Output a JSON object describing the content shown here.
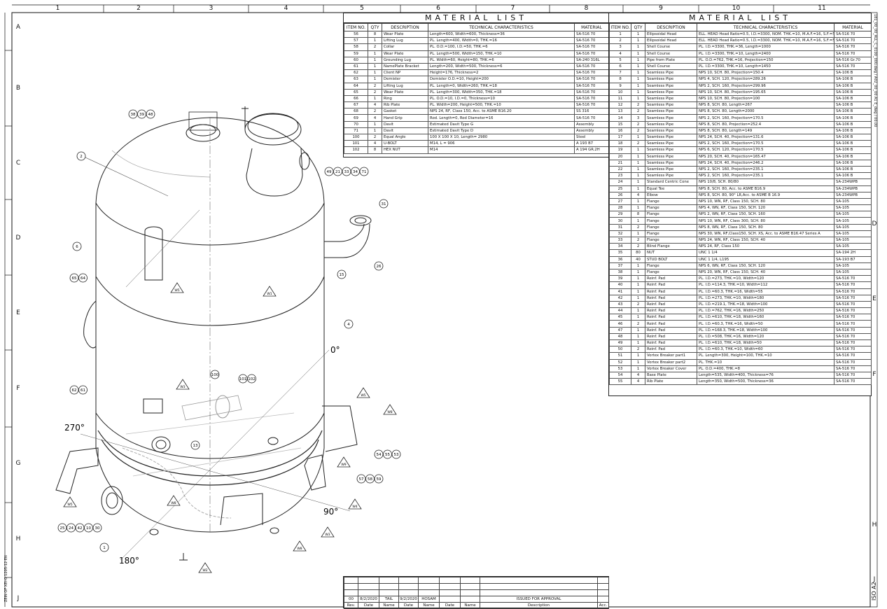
{
  "sheet": {
    "zone_columns": [
      "1",
      "2",
      "3",
      "4",
      "5",
      "6",
      "7",
      "8",
      "9",
      "10",
      "11"
    ],
    "zone_rows": [
      "A",
      "B",
      "C",
      "D",
      "E",
      "F",
      "G",
      "H",
      "J"
    ],
    "zone_rows_right": [
      "D",
      "E",
      "F",
      "H",
      "J"
    ],
    "paper_size": "ISO A2",
    "left_margin_note": "ZEIN OF XEI-G 1205-12 EN",
    "right_margin_note": "181_00_00_ALL_C_0100_000.dwg / A02_00_00 A1 E_dwg / 00.00"
  },
  "material_list_left": {
    "title": "MATERIAL LIST",
    "headers": [
      "ITEM NO.",
      "QTY",
      "DESCRIPTION",
      "TECHNICAL CHARACTERISTICS",
      "MATERIAL"
    ],
    "rows": [
      [
        "56",
        "8",
        "Wear Plate",
        "Length=600, Width=600, Thickness=36",
        "SA-516 70"
      ],
      [
        "57",
        "1",
        "Lifting Lug",
        "PL. Length=400, Width=0, THK.=16",
        "SA-516 70"
      ],
      [
        "58",
        "2",
        "Collar",
        "PL. O.D.=100, I.D.=50, THK.=6",
        "SA-516 70"
      ],
      [
        "59",
        "1",
        "Wear Plate",
        "PL. Length=500, Width=150, THK.=10",
        "SA-516 70"
      ],
      [
        "60",
        "1",
        "Grounding Lug",
        "PL. Width=60, Height=80, THK.=6",
        "SA-240 316L"
      ],
      [
        "61",
        "1",
        "NamePlate Bracket",
        "Length=200, Width=500, Thickness=6",
        "SA-516 70"
      ],
      [
        "62",
        "1",
        "Client NP",
        "Height=176, Thickness=2",
        "SA-516 70"
      ],
      [
        "63",
        "1",
        "Demister",
        "Demister O.D.=10, Height=200",
        "SA-516 70"
      ],
      [
        "64",
        "2",
        "Lifting Lug",
        "PL. Length=0, Width=260, THK.=18",
        "SA-516 70"
      ],
      [
        "65",
        "2",
        "Wear Plate",
        "PL. Length=300, Width=350, THK.=18",
        "SA-516 70"
      ],
      [
        "66",
        "1",
        "Ring",
        "PL. O.D.=10, I.D.=0, Thickness=10",
        "SA-516 70"
      ],
      [
        "67",
        "4",
        "Rib Plate",
        "PL. Width=200, Height=500, THK.=10",
        "SA-516 70"
      ],
      [
        "68",
        "2",
        "Gasket",
        "NPS 24, RF, Class 150, Acc. to ASME B16.20",
        "SS 316"
      ],
      [
        "69",
        "4",
        "Hand Grip",
        "Rod. Length=0, Rod Diameter=16",
        "SA-516 70"
      ],
      [
        "70",
        "1",
        "Davit",
        "Estimated Davit Type G",
        "Assembly"
      ],
      [
        "71",
        "1",
        "Davit",
        "Estimated Davit Type D",
        "Assembly"
      ],
      [
        "100",
        "2",
        "Equal Angle",
        "100 X 100 X 10, Length= 2980",
        "Steel"
      ],
      [
        "101",
        "4",
        "U-BOLT",
        "M14, L = 906",
        "A 193 B7"
      ],
      [
        "102",
        "8",
        "HEX NUT",
        "M14",
        "A 194 GR.2H"
      ]
    ]
  },
  "material_list_right": {
    "title": "MATERIAL LIST",
    "headers": [
      "ITEM NO.",
      "QTY",
      "DESCRIPTION",
      "TECHNICAL CHARACTERISTICS",
      "MATERIAL"
    ],
    "rows": [
      [
        "1",
        "1",
        "Ellipsoidal Head",
        "ELL. HEAD Head Ratio=0.5, I.D.=3300, NOM. THK.=10, M.A.F.=16, S.F.=50",
        "SA-516 70"
      ],
      [
        "2",
        "1",
        "Ellipsoidal Head",
        "ELL. HEAD Head Ratio=0.5, I.D.=3300, NOM. THK.=10, M.A.F.=16, S.F.=50",
        "SA-516 70"
      ],
      [
        "3",
        "1",
        "Shell Course",
        "PL. I.D.=3300, THK.=36, Length=1000",
        "SA-516 70"
      ],
      [
        "4",
        "1",
        "Shell Course",
        "PL. I.D.=3300, THK.=10, Length=2400",
        "SA-516 70"
      ],
      [
        "5",
        "1",
        "Pipe from Plate",
        "PL. O.D.=762, THK.=16, Projection=150",
        "SA-516 Gr.70"
      ],
      [
        "6",
        "1",
        "Shell Course",
        "PL. I.D.=3300, THK.=10, Length=1450",
        "SA-516 70"
      ],
      [
        "7",
        "1",
        "Seamless Pipe",
        "NPS 10, SCH. 80, Projection=150.4",
        "SA-106 B"
      ],
      [
        "8",
        "1",
        "Seamless Pipe",
        "NPS 4, SCH. 120, Projection=289.26",
        "SA-106 B"
      ],
      [
        "9",
        "1",
        "Seamless Pipe",
        "NPS 2, SCH. 160, Projection=299.96",
        "SA-106 B"
      ],
      [
        "10",
        "1",
        "Seamless Pipe",
        "NPS 10, SCH. 80, Projection=195.65",
        "SA-106 B"
      ],
      [
        "11",
        "1",
        "Seamless Pipe",
        "NPS 10, SCH. 80, Projection=100",
        "SA-106 B"
      ],
      [
        "12",
        "2",
        "Seamless Pipe",
        "NPS 8, SCH. 80, Length=267",
        "SA-106 B"
      ],
      [
        "13",
        "2",
        "Seamless Pipe",
        "NPS 8, SCH. 80, Length=2000",
        "SA-106 B"
      ],
      [
        "14",
        "3",
        "Seamless Pipe",
        "NPS 2, SCH. 160, Projection=170.5",
        "SA-106 B"
      ],
      [
        "15",
        "2",
        "Seamless Pipe",
        "NPS 8, SCH. 80, Projection=252.4",
        "SA-106 B"
      ],
      [
        "16",
        "2",
        "Seamless Pipe",
        "NPS 8, SCH. 80, Length=149",
        "SA-106 B"
      ],
      [
        "17",
        "1",
        "Seamless Pipe",
        "NPS 24, SCH. 40, Projection=131.6",
        "SA-106 B"
      ],
      [
        "18",
        "2",
        "Seamless Pipe",
        "NPS 2, SCH. 160, Projection=170.5",
        "SA-106 B"
      ],
      [
        "19",
        "1",
        "Seamless Pipe",
        "NPS 6, SCH. 120, Projection=170.5",
        "SA-106 B"
      ],
      [
        "20",
        "1",
        "Seamless Pipe",
        "NPS 20, SCH. 40, Projection=165.47",
        "SA-106 B"
      ],
      [
        "21",
        "1",
        "Seamless Pipe",
        "NPS 24, SCH. 40, Projection=246.2",
        "SA-106 B"
      ],
      [
        "22",
        "1",
        "Seamless Pipe",
        "NPS 2, SCH. 160, Projection=235.1",
        "SA-106 B"
      ],
      [
        "23",
        "1",
        "Seamless Pipe",
        "NPS 2, SCH. 160, Projection=235.1",
        "SA-106 B"
      ],
      [
        "24",
        "1",
        "Standard Centric Cone",
        "NPS 10/8, SCH. 80/80",
        "SA-234WPB"
      ],
      [
        "25",
        "1",
        "Equal Tee",
        "NPS 8, SCH. 80, Acc. to ASME B16.9",
        "SA-234WPB"
      ],
      [
        "26",
        "4",
        "Elbow",
        "NPS 8, SCH. 80, 90° LR,Acc. to ASME B 16.9",
        "SA-234WPB"
      ],
      [
        "27",
        "1",
        "Flange",
        "NPS 10, WN, RF, Class 150, SCH. 80",
        "SA-105"
      ],
      [
        "28",
        "1",
        "Flange",
        "NPS 4, WN, RF, Class 150, SCH. 120",
        "SA-105"
      ],
      [
        "29",
        "8",
        "Flange",
        "NPS 2, WN, RF, Class 150, SCH. 160",
        "SA-105"
      ],
      [
        "30",
        "1",
        "Flange",
        "NPS 10, WN, RF, Class 300, SCH. 80",
        "SA-105"
      ],
      [
        "31",
        "2",
        "Flange",
        "NPS 8, WN, RF, Class 150, SCH. 80",
        "SA-105"
      ],
      [
        "32",
        "1",
        "Flange",
        "NPS 30, WN, RF,Class150, SCH. XS, Acc. to ASME B16.47 Series A",
        "SA-105"
      ],
      [
        "33",
        "2",
        "Flange",
        "NPS 24, WN, RF, Class 150, SCH. 40",
        "SA-105"
      ],
      [
        "34",
        "2",
        "Blind Flange",
        "NPS 24, RF, Class 150",
        "SA-105"
      ],
      [
        "35",
        "80",
        "NUT",
        "UNC 1 1/4",
        "SA-194 2H"
      ],
      [
        "36",
        "40",
        "STUD BOLT",
        "UNC 1 1/4, L195",
        "SA-193 B7"
      ],
      [
        "37",
        "1",
        "Flange",
        "NPS 6, WN, RF, Class 150, SCH. 120",
        "SA-105"
      ],
      [
        "38",
        "1",
        "Flange",
        "NPS 20, WN, RF, Class 150, SCH. 40",
        "SA-105"
      ],
      [
        "39",
        "1",
        "Reinf. Pad",
        "PL. I.D.=273, THK.=10, Width=120",
        "SA-516 70"
      ],
      [
        "40",
        "1",
        "Reinf. Pad",
        "PL. I.D.=114.3, THK.=10, Width=112",
        "SA-516 70"
      ],
      [
        "41",
        "1",
        "Reinf. Pad",
        "PL. I.D.=60.3, THK.=16, Width=55",
        "SA-516 70"
      ],
      [
        "42",
        "1",
        "Reinf. Pad",
        "PL. I.D.=273, THK.=10, Width=180",
        "SA-516 70"
      ],
      [
        "43",
        "2",
        "Reinf. Pad",
        "PL. I.D.=219.1, THK.=18, Width=100",
        "SA-516 70"
      ],
      [
        "44",
        "1",
        "Reinf. Pad",
        "PL. I.D.=762, THK.=16, Width=250",
        "SA-516 70"
      ],
      [
        "45",
        "1",
        "Reinf. Pad",
        "PL. I.D.=610, THK.=18, Width=160",
        "SA-516 70"
      ],
      [
        "46",
        "2",
        "Reinf. Pad",
        "PL. I.D.=60.3, THK.=16, Width=50",
        "SA-516 70"
      ],
      [
        "47",
        "1",
        "Reinf. Pad",
        "PL. I.D.=168.3, THK.=18, Width=100",
        "SA-516 70"
      ],
      [
        "48",
        "1",
        "Reinf. Pad",
        "PL. I.D.=508, THK.=16, Width=120",
        "SA-516 70"
      ],
      [
        "49",
        "1",
        "Reinf. Pad",
        "PL. I.D.=610, THK.=18, Width=50",
        "SA-516 70"
      ],
      [
        "50",
        "2",
        "Reinf. Pad",
        "PL. I.D.=60.3, THK.=10, Width=60",
        "SA-516 70"
      ],
      [
        "51",
        "1",
        "Vortex Breaker part1",
        "PL. Length=300, Height=100, THK.=10",
        "SA-516 70"
      ],
      [
        "52",
        "1",
        "Vortex Breaker part2",
        "PL. THK.=10",
        "SA-516 70"
      ],
      [
        "53",
        "1",
        "Vortex Breaker Cover",
        "PL. O.D.=400, THK.=8",
        "SA-516 70"
      ],
      [
        "54",
        "4",
        "Base Plate",
        "Length=535, Width=400, Thickness=76",
        "SA-516 70"
      ],
      [
        "55",
        "4",
        "Rib Plate",
        "Length=350, Width=500, Thickness=36",
        "SA-516 70"
      ]
    ]
  },
  "drawing": {
    "angles": [
      "0°",
      "270°",
      "90°",
      "180°"
    ],
    "balloons": [
      [
        "38",
        "39",
        "48"
      ],
      [
        "2"
      ],
      [
        "6"
      ],
      [
        "65",
        "64"
      ],
      [
        "62",
        "61"
      ],
      [
        "49",
        "21",
        "33",
        "34",
        "71"
      ],
      [
        "31"
      ],
      [
        "15"
      ],
      [
        "26"
      ],
      [
        "4"
      ],
      [
        "100"
      ],
      [
        "101",
        "102"
      ],
      [
        "13"
      ],
      [
        "54",
        "55",
        "53"
      ],
      [
        "57",
        "58",
        "59"
      ],
      [
        "25",
        "24",
        "42",
        "10",
        "30"
      ],
      [
        "1"
      ]
    ],
    "weld_marks": [
      "W1",
      "W5",
      "W3",
      "W5",
      "W8",
      "W9",
      "W5",
      "W8",
      "W4",
      "W3",
      "W8",
      "W2"
    ]
  },
  "title_block": {
    "rev_row": [
      "00",
      "8/2/2020",
      "TAIL",
      "9/2/2020",
      "HOSAM",
      "",
      "",
      "ISSUED FOR APPROVAL",
      ""
    ],
    "headers": [
      "Rev.",
      "Date",
      "Name",
      "Date",
      "Name",
      "Date",
      "Name",
      "Description",
      "Acc."
    ]
  }
}
